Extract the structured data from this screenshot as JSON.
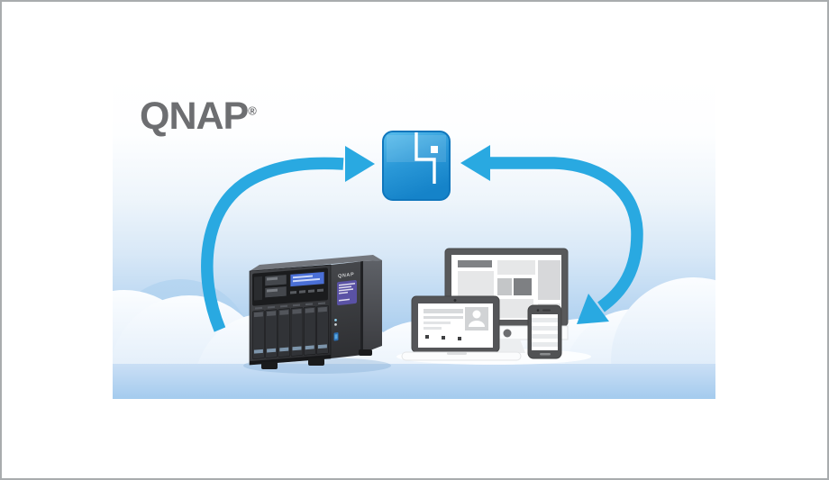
{
  "page": {
    "kind": "marketing-illustration",
    "background_color": "#ffffff",
    "border_color": "#a9acae"
  },
  "brand": {
    "logo_text": "QNAP",
    "registered_mark": "®",
    "logo_color": "#6d6e71"
  },
  "scene": {
    "description": "blue sky with clouds",
    "sky_top_color": "#ffffff",
    "sky_bottom_color": "#a6cbee",
    "cloud_front_color": "#f8fbfe",
    "cloud_back_color": "#aecfee"
  },
  "sync_icon": {
    "semantic": "qsync-cloud-app-icon",
    "shape": "rounded-square",
    "color_top": "#58bdec",
    "color_bottom": "#1583c9",
    "glyph": "white corner path with square dot",
    "glyph_color": "#ffffff"
  },
  "arrows": {
    "color": "#29a9e1",
    "left_arrow": {
      "from": "nas",
      "to": "sync-icon",
      "style": "curved arc, single head pointing right at icon"
    },
    "right_arrow": {
      "between": [
        "sync-icon",
        "client-devices"
      ],
      "style": "curved arc, double headed (left head at icon, lower head at devices)"
    }
  },
  "nas": {
    "label": "QNAP",
    "type": "6-bay tower NAS",
    "drive_bays": 6,
    "body_color": "#323336",
    "lcd_color": "#4a6fd6",
    "badge_color": "#5a52a5"
  },
  "devices": {
    "items": [
      {
        "name": "desktop-monitor",
        "screen": "grey wireframe dashboard blocks"
      },
      {
        "name": "laptop",
        "screen": "text lines, avatar tile and dots"
      },
      {
        "name": "smartphone",
        "screen": "grey list stripes"
      }
    ],
    "frame_color": "#58595b",
    "screen_color": "#ffffff"
  }
}
